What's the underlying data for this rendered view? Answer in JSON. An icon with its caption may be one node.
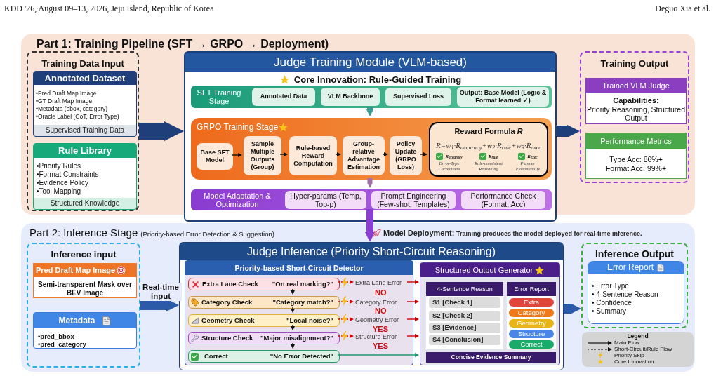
{
  "diagram": {
    "nodes": [
      {
        "text": [
          "Part 1: Training Pipeline (SFT → GRPO → Deployment)"
        ]
      },
      {
        "text": [
          "Training Data Input"
        ],
        "in": 0
      },
      {
        "text": [
          "Annotated Dataset",
          "•Pred Draft Map Image",
          "•GT Draft Map Image",
          "•Metadata (bbox, category)",
          "•Oracle Label (CoT, Error Type)",
          "Supervised Training Data"
        ],
        "in": 1
      },
      {
        "text": [
          "Rule Library",
          "•Priority Rules",
          "•Format Constraints",
          "•Evidence Policy",
          "•Tool Mapping",
          "Structured Knowledge"
        ],
        "in": 1
      },
      {
        "text": [
          "Judge Training Module (VLM-based)",
          "Core Innovation: Rule-Guided Training"
        ],
        "in": 0
      },
      {
        "text": [
          "SFT Training Stage"
        ],
        "in": 4
      },
      {
        "text": [
          "Annotated Data"
        ],
        "in": 5
      },
      {
        "text": [
          "VLM Backbone"
        ],
        "in": 5
      },
      {
        "text": [
          "Supervised Loss"
        ],
        "in": 5
      },
      {
        "text": [
          "Output: Base Model (Logic & Format learned ✓)"
        ],
        "in": 5
      },
      {
        "text": [
          "GRPO Training Stage"
        ],
        "in": 4
      },
      {
        "text": [
          "Base SFT Model"
        ],
        "in": 10
      },
      {
        "text": [
          "Sample Multiple Outputs (Group)"
        ],
        "in": 10
      },
      {
        "text": [
          "Rule-based Reward Computation"
        ],
        "in": 10
      },
      {
        "text": [
          "Group-relative Advantage Estimation"
        ],
        "in": 10
      },
      {
        "text": [
          "Policy Update (GRPO Loss)"
        ],
        "in": 10
      },
      {
        "text": [
          "Reward Formula *R*",
          "R=w$_{1}$·R$_{accuracy}$+w$_{2}$·R$_{rule}$+w$_{3}$·R$_{exec}$",
          "R$_{accuracy}$",
          "Error-Type Correctness",
          "R$_{rule}$",
          "Rule-consistent Reasoning",
          "R$_{exec}$",
          "Planner Executability"
        ],
        "in": 10
      },
      {
        "text": [
          "Model Adaptation & Optimization"
        ],
        "in": 4
      },
      {
        "text": [
          "Hyper-params (Temp, Top-p)"
        ],
        "in": 17
      },
      {
        "text": [
          "Prompt Engineering (Few-shot, Templates)"
        ],
        "in": 17
      },
      {
        "text": [
          "Performance Check (Format, Acc)"
        ],
        "in": 17
      },
      {
        "text": [
          "Training Output"
        ],
        "in": 0
      },
      {
        "text": [
          "Trained VLM Judge",
          "Capabilities:",
          "Priority Reasoning, Structured Output"
        ],
        "in": 21
      },
      {
        "text": [
          "Performance Metrics",
          "Type Acc: 86%+",
          "Format Acc: 99%+"
        ],
        "in": 21
      },
      {
        "text": [
          "Part 2: Inference Stage",
          "(Priority-based Error Detection & Suggestion)"
        ]
      },
      {
        "text": [
          "Inference input"
        ],
        "in": 24
      },
      {
        "text": [
          "Pred Draft Map Image",
          "Semi-transparent Mask over BEV Image"
        ],
        "in": 25
      },
      {
        "text": [
          "Metadata",
          "•pred_bbox",
          "•pred_category"
        ],
        "in": 25
      },
      {
        "text": [
          "Judge Inference (Priority Short-Circuit Reasoning)"
        ],
        "in": 24
      },
      {
        "text": [
          "Priority-based Short-Circuit Detector"
        ],
        "in": 28
      },
      {
        "text": [
          "Extra Lane Check",
          "\"On real marking?\""
        ],
        "in": 29
      },
      {
        "text": [
          "Category Check",
          "\"Category match?\""
        ],
        "in": 29
      },
      {
        "text": [
          "Geometry Check",
          "\"Local noise?\""
        ],
        "in": 29
      },
      {
        "text": [
          "Structure Check",
          "\"Major misalignment?\""
        ],
        "in": 29
      },
      {
        "text": [
          "Correct",
          "\"No Error Detected\""
        ],
        "in": 29
      },
      {
        "text": [
          "Extra Lane Error"
        ],
        "in": 29
      },
      {
        "text": [
          "Category Error"
        ],
        "in": 29
      },
      {
        "text": [
          "Geometry Error"
        ],
        "in": 29
      },
      {
        "text": [
          "Structure Error"
        ],
        "in": 29
      },
      {
        "text": [
          "Structured Output Generator"
        ],
        "in": 28
      },
      {
        "text": [
          "4-Sentence Reason"
        ],
        "in": 39
      },
      {
        "text": [
          "S1 [Check 1]"
        ],
        "in": 40
      },
      {
        "text": [
          "S2 [Check 2]"
        ],
        "in": 40
      },
      {
        "text": [
          "S3 [Evidence]"
        ],
        "in": 40
      },
      {
        "text": [
          "S4 [Conclusion]"
        ],
        "in": 40
      },
      {
        "text": [
          "Error Report"
        ],
        "in": 39
      },
      {
        "text": [
          "Extra"
        ],
        "in": 45
      },
      {
        "text": [
          "Category"
        ],
        "in": 45
      },
      {
        "text": [
          "Geometry"
        ],
        "in": 45
      },
      {
        "text": [
          "Structure"
        ],
        "in": 45
      },
      {
        "text": [
          "Correct"
        ],
        "in": 45
      },
      {
        "text": [
          "Concise Evidence Summary"
        ],
        "in": 39
      },
      {
        "text": [
          "Inference Output"
        ],
        "in": 24
      },
      {
        "text": [
          "Error Report",
          "• Error Type",
          "• 4-Sentence Reason",
          "• Confidence",
          "• Summary"
        ],
        "in": 52
      }
    ],
    "edges": [
      {
        "from": 1,
        "to": 4,
        "arrow": "to",
        "style": "thick",
        "color": "#1f3f7a"
      },
      {
        "from": 4,
        "to": 21,
        "arrow": "to",
        "style": "thick",
        "color": "#1f3f7a"
      },
      {
        "from": 5,
        "to": 10,
        "arrow": "to",
        "style": "thick",
        "color": "#3a9a90"
      },
      {
        "from": 10,
        "to": 17,
        "arrow": "to",
        "style": "thick",
        "color": "#a070a8"
      },
      {
        "from": 11,
        "to": 12,
        "arrow": "to"
      },
      {
        "from": 12,
        "to": 13,
        "arrow": "to"
      },
      {
        "from": 13,
        "to": 14,
        "arrow": "to"
      },
      {
        "from": 14,
        "to": 15,
        "arrow": "to"
      },
      {
        "from": 15,
        "to": 16,
        "arrow": "to"
      },
      {
        "from": 17,
        "to": 28,
        "arrow": "to",
        "style": "thick",
        "color": "#8b3fd0",
        "label": "**Model Deployment:** Training produces the model deployed for real-time inference."
      },
      {
        "from": 25,
        "to": 28,
        "arrow": "to",
        "style": "thick",
        "color": "#2a5aa8",
        "label": "Real-time input"
      },
      {
        "from": 28,
        "to": 52,
        "arrow": "to",
        "style": "thick",
        "color": "#2a5aa8"
      },
      {
        "from": 30,
        "to": 31,
        "arrow": "to"
      },
      {
        "from": 31,
        "to": 32,
        "arrow": "to"
      },
      {
        "from": 32,
        "to": 33,
        "arrow": "to"
      },
      {
        "from": 33,
        "to": 34,
        "arrow": "to"
      },
      {
        "from": 30,
        "to": 35,
        "arrow": "to",
        "style": "dashed",
        "color": "#cc0000"
      },
      {
        "from": 31,
        "to": 36,
        "arrow": "to",
        "style": "dashed",
        "color": "#cc0000"
      },
      {
        "from": 32,
        "to": 37,
        "arrow": "to",
        "style": "dashed",
        "color": "#cc0000"
      },
      {
        "from": 33,
        "to": 38,
        "arrow": "to",
        "style": "dashed",
        "color": "#cc0000"
      },
      {
        "from": 35,
        "to": 39,
        "arrow": "to",
        "color": "#cc0000"
      },
      {
        "from": 36,
        "to": 39,
        "arrow": "to",
        "color": "#cc0000"
      },
      {
        "from": 37,
        "to": 39,
        "arrow": "to",
        "color": "#cc0000"
      },
      {
        "from": 38,
        "to": 39,
        "arrow": "to",
        "color": "#cc0000"
      },
      {
        "from": 34,
        "to": 39,
        "arrow": "to",
        "color": "#1a9a6a"
      }
    ],
    "labels": [
      "KDD '26, August 09–13, 2026, Jeju Island, Republic of Korea",
      "Deguo Xia et al.",
      "NO",
      "NO",
      "YES",
      "YES",
      "Legend"
    ],
    "legend": [
      {
        "text": "Main Flow"
      },
      {
        "text": "Short-Circuit/Rule Flow"
      },
      {
        "text": "Priority Skip"
      },
      {
        "text": "Core Innovation"
      }
    ]
  }
}
